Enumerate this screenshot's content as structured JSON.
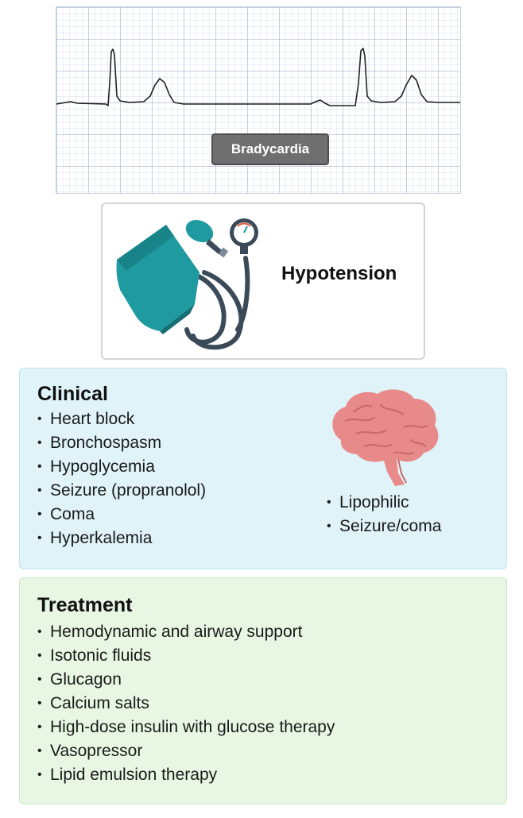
{
  "ecg": {
    "label": "Bradycardia"
  },
  "bp": {
    "title": "Hypotension"
  },
  "clinical": {
    "title": "Clinical",
    "items": [
      "Heart block",
      "Bronchospasm",
      "Hypoglycemia",
      "Seizure (propranolol)",
      "Coma",
      "Hyperkalemia"
    ],
    "brain_items": [
      "Lipophilic",
      "Seizure/coma"
    ]
  },
  "treatment": {
    "title": "Treatment",
    "items": [
      "Hemodynamic and airway support",
      "Isotonic fluids",
      "Glucagon",
      "Calcium salts",
      "High-dose insulin with glucose therapy",
      "Vasopressor",
      "Lipid emulsion therapy"
    ]
  },
  "colors": {
    "clinical_bg": "#dff3f8",
    "treatment_bg": "#e8f6e4",
    "cuff_teal": "#1f9aa0",
    "brain_pink": "#e8898a"
  },
  "icons": [
    "ecg-trace-icon",
    "blood-pressure-cuff-icon",
    "brain-icon"
  ]
}
